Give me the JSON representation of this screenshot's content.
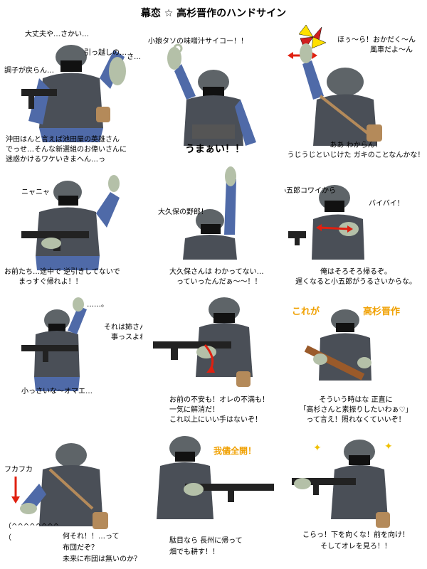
{
  "title": "幕恋 ☆ 高杉晋作のハンドサイン",
  "colors": {
    "uniform": "#4f6aa8",
    "vest": "#4a4f57",
    "helmet": "#5e6468",
    "glove": "#b4c0a8",
    "skin": "#e6d8b8",
    "pouch": "#b48a5a",
    "wood": "#9a5a2a",
    "accent_red": "#e02010",
    "accent_yellow": "#f0a000",
    "pinwheel_yellow": "#ffe000",
    "pinwheel_red": "#d02020"
  },
  "panels": [
    {
      "id": "p1",
      "lines": [
        "大丈夫や…さかい…",
        "引っ越しの…",
        "さ…",
        "調子が戻らん…"
      ],
      "caption": [
        "沖田はんと言えば池田屋の英雄さん",
        "でっせ…そんな新選組のお偉いさんに",
        "迷惑かけるワケいきまへん…っ"
      ]
    },
    {
      "id": "p2",
      "lines": [
        "小娘タソの味噌汁サイコー！！"
      ],
      "caption": [
        "うまぁい！！"
      ]
    },
    {
      "id": "p3",
      "lines": [
        "ほぅ～ら！おかだく～ん",
        "風車だよ～ん"
      ],
      "caption": [
        "ああ わからん！",
        "うじうじといじけた ガキのことなんかな！"
      ]
    },
    {
      "id": "p4",
      "lines": [
        "ニャニャ"
      ],
      "caption": [
        "お前たち…途中で 逆引きしてないで",
        "まっすぐ帰れよ！！"
      ]
    },
    {
      "id": "p5",
      "lines": [
        "大久保の野郎！"
      ],
      "caption": [
        "大久保さんは わかってない…",
        "っていったんだぁ～～！！"
      ]
    },
    {
      "id": "p6",
      "lines": [
        "小五郎コワイから",
        "バイバイ！"
      ],
      "caption": [
        "俺はそろそろ帰るぞ。",
        "遅くなると小五郎がうるさいからな。"
      ]
    },
    {
      "id": "p7",
      "lines": [
        "……。",
        "それは姉さんの",
        "事っスよね？"
      ],
      "caption": [
        "小っさいな～オマエ…"
      ]
    },
    {
      "id": "p8",
      "lines": [],
      "caption": [
        "お前の不安も！オレの不満も！",
        "一気に解消だ！",
        "これ以上にいい手はないぞ！"
      ]
    },
    {
      "id": "p9",
      "lines": [
        "これが",
        "高杉晋作"
      ],
      "caption": [
        "そういう時はな 正直に",
        "「高杉さんと素振りしたいわぁ♡」",
        "って言え！照れなくていいぞ！"
      ]
    },
    {
      "id": "p10",
      "lines": [
        "フカフカ",
        "（^^^^^^^^",
        "（"
      ],
      "caption": [
        "何それ！！…って",
        "布団だぞ？",
        "未来に布団は無いのか？"
      ]
    },
    {
      "id": "p11",
      "lines": [
        "我儘全開！"
      ],
      "caption": [
        "駄目なら 長州に帰って",
        "畑でも耕す！！"
      ]
    },
    {
      "id": "p12",
      "lines": [],
      "caption": [
        "こらっ！下を向くな！前を向け！",
        "そしてオレを見ろ！！"
      ]
    }
  ]
}
